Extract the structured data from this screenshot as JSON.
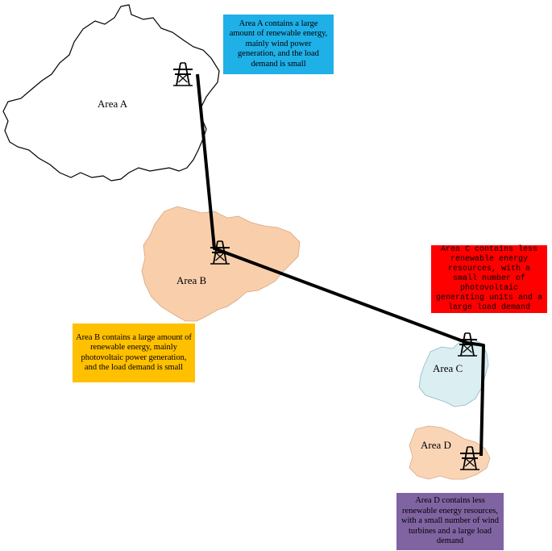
{
  "colors": {
    "area_a_fill": "#ffffff",
    "area_b_fill": "#f9cfab",
    "area_c_fill": "#dbeef2",
    "area_d_fill": "#f9d5b6",
    "callout_a": "#1fb0e8",
    "callout_b": "#ffc000",
    "callout_c": "#ff0000",
    "callout_d": "#8064a2",
    "line": "#000000"
  },
  "areas": {
    "a": {
      "label": "Area A"
    },
    "b": {
      "label": "Area B"
    },
    "c": {
      "label": "Area C"
    },
    "d": {
      "label": "Area D"
    }
  },
  "callouts": {
    "a": {
      "text": "Area A contains a large amount of renewable energy, mainly wind power generation, and the load demand is small"
    },
    "b": {
      "text": "Area B contains a large amount of renewable energy, mainly photovoltaic power generation, and the load demand is small"
    },
    "c": {
      "text": "Area C contains less renewable energy resources, with a small number of photovoltaic generating units and a large load demand"
    },
    "d": {
      "text": "Area D contains less renewable energy resources, with a small number of wind turbines and a large load demand"
    }
  },
  "icons": {
    "tower": "transmission-tower-icon"
  }
}
